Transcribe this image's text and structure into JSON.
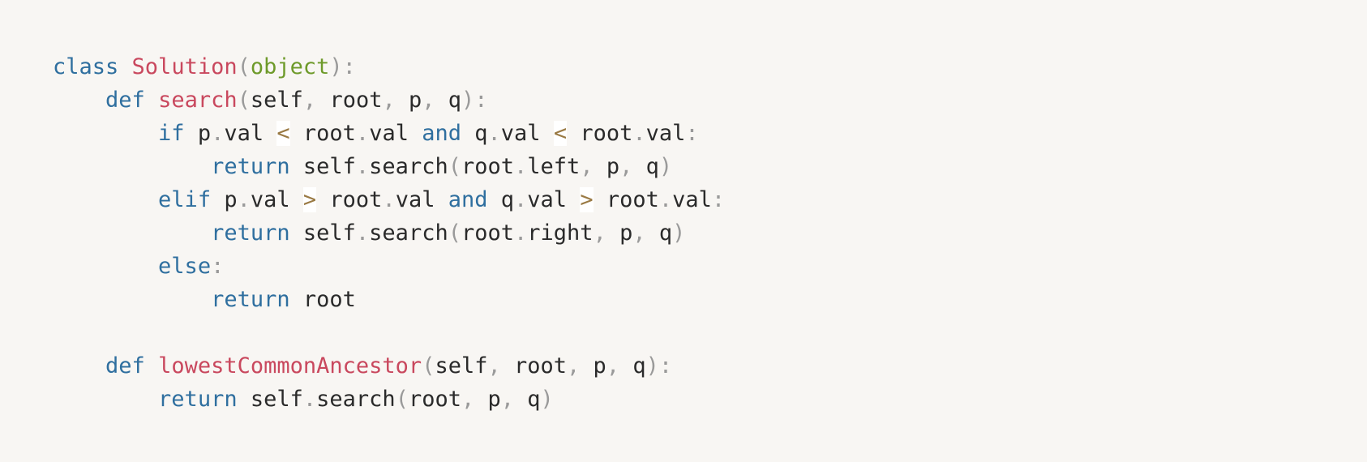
{
  "code": {
    "language": "python",
    "colors": {
      "background": "#f8f6f3",
      "keyword": "#2f6f9f",
      "name": "#c9485e",
      "builtin": "#6e9a2a",
      "punctuation": "#9a9a9a",
      "identifier": "#2a2a2a",
      "operator": "#9a7a44"
    },
    "lines": [
      [
        {
          "t": "class",
          "k": "keyword"
        },
        {
          "t": " ",
          "k": "ident"
        },
        {
          "t": "Solution",
          "k": "name"
        },
        {
          "t": "(",
          "k": "punc"
        },
        {
          "t": "object",
          "k": "builtin"
        },
        {
          "t": "):",
          "k": "punc"
        }
      ],
      [
        {
          "t": "    ",
          "k": "ident"
        },
        {
          "t": "def",
          "k": "keyword"
        },
        {
          "t": " ",
          "k": "ident"
        },
        {
          "t": "search",
          "k": "name"
        },
        {
          "t": "(",
          "k": "punc"
        },
        {
          "t": "self",
          "k": "ident"
        },
        {
          "t": ", ",
          "k": "punc"
        },
        {
          "t": "root",
          "k": "ident"
        },
        {
          "t": ", ",
          "k": "punc"
        },
        {
          "t": "p",
          "k": "ident"
        },
        {
          "t": ", ",
          "k": "punc"
        },
        {
          "t": "q",
          "k": "ident"
        },
        {
          "t": "):",
          "k": "punc"
        }
      ],
      [
        {
          "t": "        ",
          "k": "ident"
        },
        {
          "t": "if",
          "k": "keyword"
        },
        {
          "t": " p",
          "k": "ident"
        },
        {
          "t": ".",
          "k": "punc"
        },
        {
          "t": "val ",
          "k": "ident"
        },
        {
          "t": "<",
          "k": "op"
        },
        {
          "t": " root",
          "k": "ident"
        },
        {
          "t": ".",
          "k": "punc"
        },
        {
          "t": "val ",
          "k": "ident"
        },
        {
          "t": "and",
          "k": "keyword"
        },
        {
          "t": " q",
          "k": "ident"
        },
        {
          "t": ".",
          "k": "punc"
        },
        {
          "t": "val ",
          "k": "ident"
        },
        {
          "t": "<",
          "k": "op"
        },
        {
          "t": " root",
          "k": "ident"
        },
        {
          "t": ".",
          "k": "punc"
        },
        {
          "t": "val",
          "k": "ident"
        },
        {
          "t": ":",
          "k": "punc"
        }
      ],
      [
        {
          "t": "            ",
          "k": "ident"
        },
        {
          "t": "return",
          "k": "keyword"
        },
        {
          "t": " self",
          "k": "ident"
        },
        {
          "t": ".",
          "k": "punc"
        },
        {
          "t": "search",
          "k": "ident"
        },
        {
          "t": "(",
          "k": "punc"
        },
        {
          "t": "root",
          "k": "ident"
        },
        {
          "t": ".",
          "k": "punc"
        },
        {
          "t": "left",
          "k": "ident"
        },
        {
          "t": ", ",
          "k": "punc"
        },
        {
          "t": "p",
          "k": "ident"
        },
        {
          "t": ", ",
          "k": "punc"
        },
        {
          "t": "q",
          "k": "ident"
        },
        {
          "t": ")",
          "k": "punc"
        }
      ],
      [
        {
          "t": "        ",
          "k": "ident"
        },
        {
          "t": "elif",
          "k": "keyword"
        },
        {
          "t": " p",
          "k": "ident"
        },
        {
          "t": ".",
          "k": "punc"
        },
        {
          "t": "val ",
          "k": "ident"
        },
        {
          "t": ">",
          "k": "op"
        },
        {
          "t": " root",
          "k": "ident"
        },
        {
          "t": ".",
          "k": "punc"
        },
        {
          "t": "val ",
          "k": "ident"
        },
        {
          "t": "and",
          "k": "keyword"
        },
        {
          "t": " q",
          "k": "ident"
        },
        {
          "t": ".",
          "k": "punc"
        },
        {
          "t": "val ",
          "k": "ident"
        },
        {
          "t": ">",
          "k": "op"
        },
        {
          "t": " root",
          "k": "ident"
        },
        {
          "t": ".",
          "k": "punc"
        },
        {
          "t": "val",
          "k": "ident"
        },
        {
          "t": ":",
          "k": "punc"
        }
      ],
      [
        {
          "t": "            ",
          "k": "ident"
        },
        {
          "t": "return",
          "k": "keyword"
        },
        {
          "t": " self",
          "k": "ident"
        },
        {
          "t": ".",
          "k": "punc"
        },
        {
          "t": "search",
          "k": "ident"
        },
        {
          "t": "(",
          "k": "punc"
        },
        {
          "t": "root",
          "k": "ident"
        },
        {
          "t": ".",
          "k": "punc"
        },
        {
          "t": "right",
          "k": "ident"
        },
        {
          "t": ", ",
          "k": "punc"
        },
        {
          "t": "p",
          "k": "ident"
        },
        {
          "t": ", ",
          "k": "punc"
        },
        {
          "t": "q",
          "k": "ident"
        },
        {
          "t": ")",
          "k": "punc"
        }
      ],
      [
        {
          "t": "        ",
          "k": "ident"
        },
        {
          "t": "else",
          "k": "keyword"
        },
        {
          "t": ":",
          "k": "punc"
        }
      ],
      [
        {
          "t": "            ",
          "k": "ident"
        },
        {
          "t": "return",
          "k": "keyword"
        },
        {
          "t": " root",
          "k": "ident"
        }
      ],
      [],
      [
        {
          "t": "    ",
          "k": "ident"
        },
        {
          "t": "def",
          "k": "keyword"
        },
        {
          "t": " ",
          "k": "ident"
        },
        {
          "t": "lowestCommonAncestor",
          "k": "name"
        },
        {
          "t": "(",
          "k": "punc"
        },
        {
          "t": "self",
          "k": "ident"
        },
        {
          "t": ", ",
          "k": "punc"
        },
        {
          "t": "root",
          "k": "ident"
        },
        {
          "t": ", ",
          "k": "punc"
        },
        {
          "t": "p",
          "k": "ident"
        },
        {
          "t": ", ",
          "k": "punc"
        },
        {
          "t": "q",
          "k": "ident"
        },
        {
          "t": "):",
          "k": "punc"
        }
      ],
      [
        {
          "t": "        ",
          "k": "ident"
        },
        {
          "t": "return",
          "k": "keyword"
        },
        {
          "t": " self",
          "k": "ident"
        },
        {
          "t": ".",
          "k": "punc"
        },
        {
          "t": "search",
          "k": "ident"
        },
        {
          "t": "(",
          "k": "punc"
        },
        {
          "t": "root",
          "k": "ident"
        },
        {
          "t": ", ",
          "k": "punc"
        },
        {
          "t": "p",
          "k": "ident"
        },
        {
          "t": ", ",
          "k": "punc"
        },
        {
          "t": "q",
          "k": "ident"
        },
        {
          "t": ")",
          "k": "punc"
        }
      ]
    ]
  }
}
